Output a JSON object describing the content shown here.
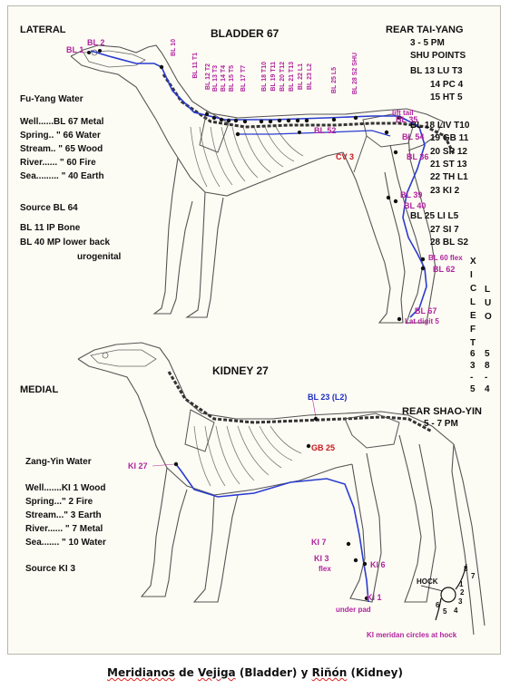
{
  "top": {
    "left_label": "LATERAL",
    "title": "BLADDER  67",
    "right_title": "REAR TAI-YANG",
    "right_time": "3 - 5 PM",
    "shu_title": "SHU POINTS",
    "shu_rows": [
      "BL 13 LU T3",
      "14 PC   4",
      "15 HT   5",
      "BL 18 LIV  T10",
      "19 GB    11",
      "20 SP    12",
      "21 ST    13",
      "22 TH    L1",
      "23 KI     2",
      "BL 25 LI    L5",
      "27 SI     7",
      "28 BL    S2"
    ],
    "element_title": "Fu-Yang Water",
    "elements": [
      "Well......BL 67 Metal",
      "Spring.. \"   66 Water",
      "Stream.. \"  65 Wood",
      "River...... \" 60 Fire",
      "Sea......... \" 40 Earth"
    ],
    "source": "Source BL 64",
    "notes": [
      "BL 11 IP Bone",
      "BL 40 MP lower back",
      "urogenital"
    ],
    "side_vertical_1": "XICLEFT",
    "side_vertical_2": "LUO",
    "side_numbers_1": "63-5",
    "side_numbers_2": "58-4",
    "points": {
      "bl1": "BL 1",
      "bl2": "BL 2",
      "bl10": "BL 10",
      "bl11": "BL 11 T1",
      "bl12": "BL 12 T2",
      "bl13": "BL 13 T3",
      "bl14": "BL 14 T4",
      "bl15": "BL 15 T5",
      "bl17": "BL 17 T7",
      "bl18": "BL 18 T10",
      "bl19": "BL 19 T11",
      "bl20": "BL 20 T12",
      "bl21": "BL 21 T13",
      "bl22": "BL 22 L1",
      "bl23": "BL 23 L2",
      "bl25": "BL 25 L5",
      "bl28": "BL 28 S2 SHU",
      "lift_tail": "lift tail",
      "bl35": "BL 35",
      "bl52": "BL 52",
      "bl54": "BL 54",
      "cv3": "CV 3",
      "bl36": "BL 36",
      "bl39": "BL 39",
      "bl40": "BL 40",
      "bl60": "BL 60 flex",
      "bl62": "BL 62",
      "bl67": "BL 67",
      "lat_digit": "Lat digit 5"
    }
  },
  "bottom": {
    "left_label": "MEDIAL",
    "title": "KIDNEY  27",
    "right_title": "REAR  SHAO-YIN",
    "right_time": "5 - 7 PM",
    "element_title": "Zang-Yin Water",
    "elements": [
      "Well.......KI 1   Wood",
      "Spring...\"   2  Fire",
      "Stream...\"   3  Earth",
      "River...... \" 7  Metal",
      "Sea....... \" 10  Water"
    ],
    "source": "Source  KI 3",
    "points": {
      "bl23": "BL 23 (L2)",
      "gb25": "GB 25",
      "ki27": "KI 27",
      "ki7": "KI 7",
      "ki3": "KI 3",
      "flex": "flex",
      "ki6": "KI 6",
      "ki1": "KI 1",
      "under_pad": "under pad",
      "hock": "HOCK",
      "circle_note": "KI meridan circles at hock"
    },
    "hock_numbers": [
      "8",
      "7",
      "1",
      "2",
      "3",
      "4",
      "5",
      "6"
    ]
  },
  "caption": {
    "w1": "Meridianos",
    "w2": "de",
    "w3": "Vejiga",
    "w4": "(Bladder)",
    "w5": "y",
    "w6": "Riñón",
    "w7": "(Kidney)"
  },
  "colors": {
    "magenta": "#b0239f",
    "blue_line": "#2a3bd0",
    "red": "#c8171c",
    "panel": "#fdfcf4"
  }
}
